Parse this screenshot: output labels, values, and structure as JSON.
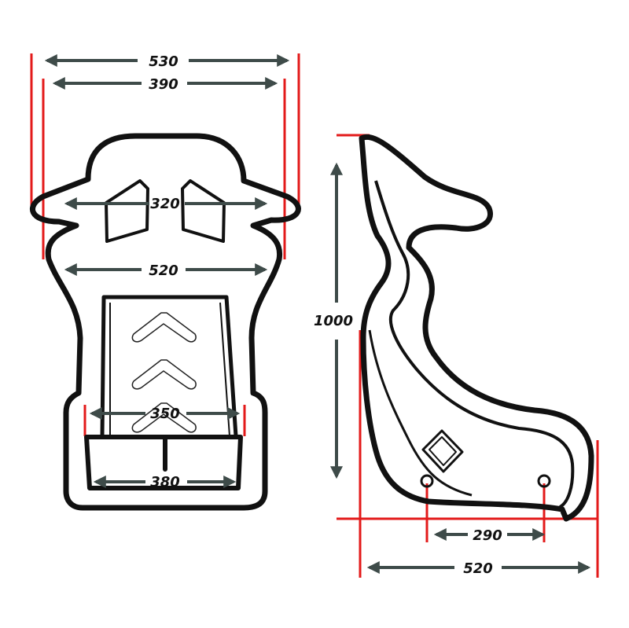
{
  "colors": {
    "outline": "#111111",
    "guide_lines": "#e31a1a",
    "arrows": "#3e4b49"
  },
  "front_view": {
    "overall_width": "530",
    "shoulder_width": "390",
    "headrest_width": "320",
    "backrest_width": "520",
    "seat_inner_width": "350",
    "base_width": "380"
  },
  "side_view": {
    "height": "1000",
    "mount_spacing": "290",
    "depth": "520"
  }
}
